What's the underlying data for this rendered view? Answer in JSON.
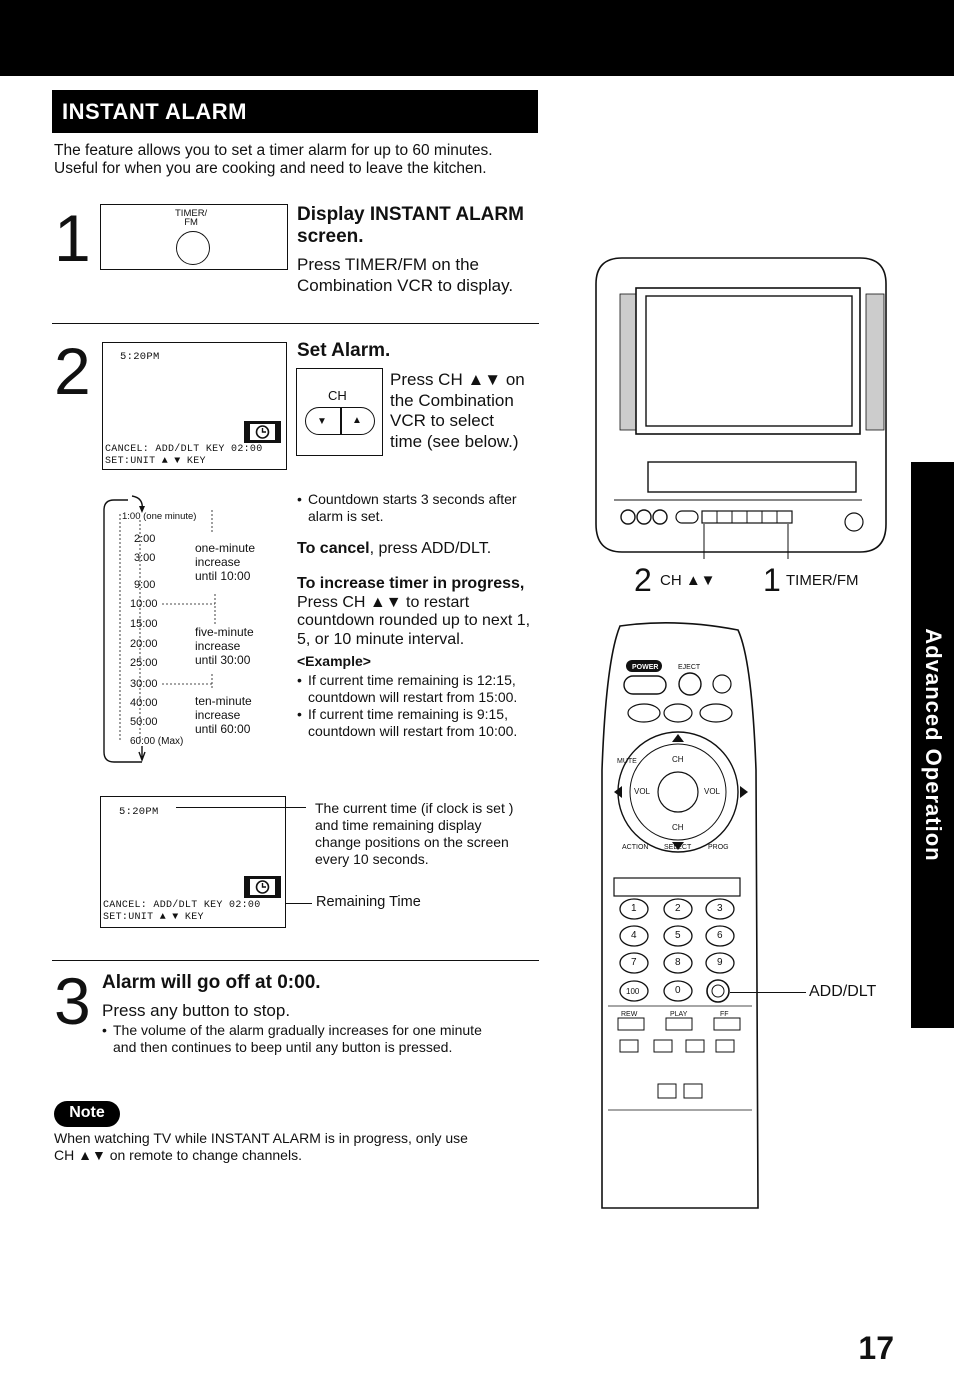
{
  "header": {
    "title": "INSTANT ALARM"
  },
  "intro": [
    "The feature allows you to set a timer alarm for up to 60 minutes.",
    "Useful for when you are cooking and need to leave the kitchen."
  ],
  "step1": {
    "number": "1",
    "button_label_line1": "TIMER/",
    "button_label_line2": "FM",
    "heading_line1": "Display INSTANT ALARM",
    "heading_line2": "screen.",
    "text_line1": "Press TIMER/FM on the",
    "text_line2": "Combination VCR to display."
  },
  "step2": {
    "number": "2",
    "osd_time": "5:20PM",
    "osd_line1": "CANCEL: ADD/DLT  KEY 02:00",
    "osd_line2": "SET:UNIT ▲ ▼ KEY",
    "heading": "Set Alarm.",
    "ch_label": "CH",
    "text_line1": "Press CH ▲▼ on",
    "text_line2": "the Combination",
    "text_line3": "VCR to select",
    "text_line4": "time (see below.)",
    "timeline": {
      "ticks": [
        "1:00 (one minute)",
        "2:00",
        "3:00",
        "9:00",
        "10:00",
        "15:00",
        "20:00",
        "25:00",
        "30:00",
        "40:00",
        "50:00",
        "60:00 (Max)"
      ],
      "group1": [
        "one-minute",
        "increase",
        "until 10:00"
      ],
      "group2": [
        "five-minute",
        "increase",
        "until 30:00"
      ],
      "group3": [
        "ten-minute",
        "increase",
        "until 60:00"
      ]
    },
    "countdown_line1": "Countdown starts 3 seconds after",
    "countdown_line2": "alarm is set.",
    "cancel_bold": "To cancel",
    "cancel_rest": ", press ADD/DLT.",
    "increase_heading": "To increase timer in progress,",
    "increase_line1": "Press CH ▲▼  to restart",
    "increase_line2": "countdown rounded up to next 1,",
    "increase_line3": "5, or 10 minute interval.",
    "example_heading": "<Example>",
    "example1_line1": "If current time remaining is 12:15,",
    "example1_line2": "countdown will restart from 15:00.",
    "example2_line1": "If current time remaining is 9:15,",
    "example2_line2": "countdown will restart from 10:00.",
    "osd2_time": "5:20PM",
    "callout1_line1": "The current time (if clock is set )",
    "callout1_line2": "and time remaining display",
    "callout1_line3": "change positions on the screen",
    "callout1_line4": "every 10 seconds.",
    "callout2": "Remaining Time"
  },
  "step3": {
    "number": "3",
    "heading": "Alarm will go off at 0:00.",
    "text": "Press any button to stop.",
    "bullet_line1": "The volume of the alarm gradually increases for one minute",
    "bullet_line2": "and then continues to beep until any button is pressed."
  },
  "note": {
    "label": "Note",
    "line1": "When watching TV while INSTANT ALARM is in progress, only use",
    "line2": "CH ▲▼  on remote to change channels."
  },
  "vcr_labels": {
    "num2": "2",
    "ch": "CH ▲▼",
    "num1": "1",
    "timer": "TIMER/FM"
  },
  "remote_labels": {
    "power": "POWER",
    "eject": "EJECT",
    "mute": "MUTE",
    "ch": "CH",
    "vol": "VOL",
    "action": "ACTION",
    "prog": "PROG",
    "select": "SELECT",
    "play": "PLAY",
    "rew": "REW",
    "ffwd": "FF",
    "keys": [
      "1",
      "2",
      "3",
      "4",
      "5",
      "6",
      "7",
      "8",
      "9",
      "100",
      "0"
    ],
    "add_dlt": "ADD/DLT"
  },
  "side_tab": "Advanced Operation",
  "page_number": "17"
}
